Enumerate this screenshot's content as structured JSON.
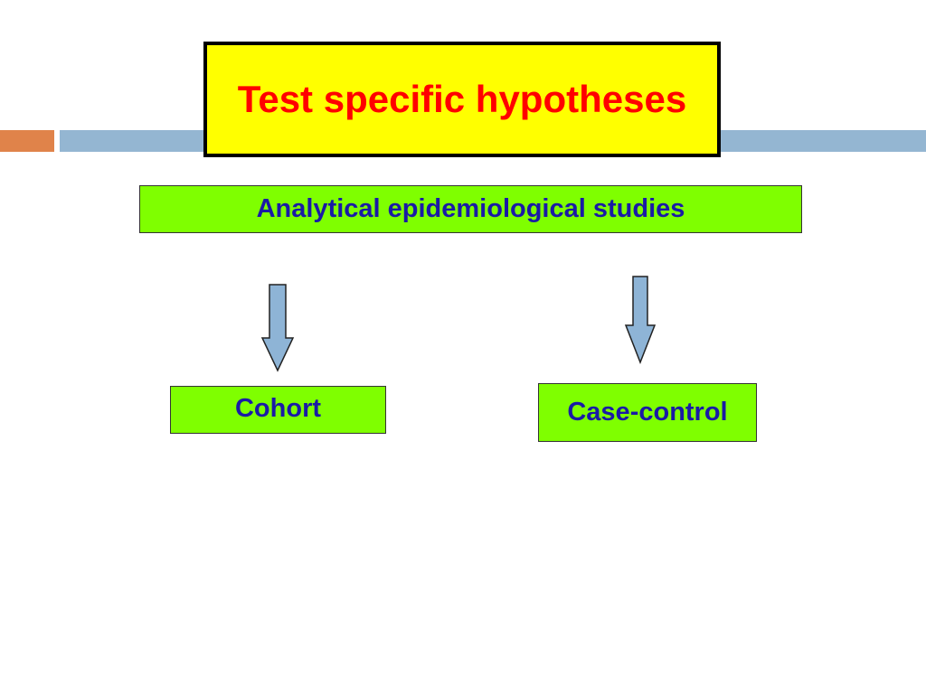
{
  "slide": {
    "title": "Test specific hypotheses",
    "root_label": "Analytical epidemiological studies",
    "children": [
      {
        "label": "Cohort"
      },
      {
        "label": "Case-control"
      }
    ]
  },
  "colors": {
    "title_fill": "#ffff00",
    "title_text": "#ff0000",
    "box_fill": "#7fff00",
    "box_text": "#1a1aa6",
    "arrow_fill": "#8eb4d6",
    "arrow_stroke": "#222222",
    "accent_orange": "#e0834a",
    "accent_blue": "#94b6d2"
  }
}
